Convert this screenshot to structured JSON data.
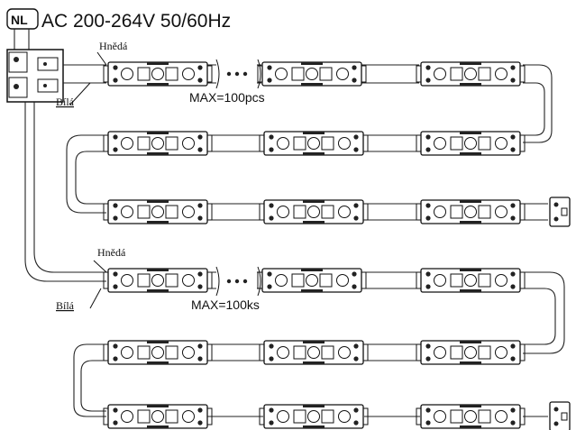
{
  "header": {
    "nl_label": "NL",
    "supply_label": "AC 200-264V 50/60Hz"
  },
  "branches": [
    {
      "brown_wire_label": "Hnědá",
      "white_wire_label": "Bílá",
      "max_label": "MAX=100pcs"
    },
    {
      "brown_wire_label": "Hnědá",
      "white_wire_label": "Bílá",
      "max_label": "MAX=100ks"
    }
  ]
}
